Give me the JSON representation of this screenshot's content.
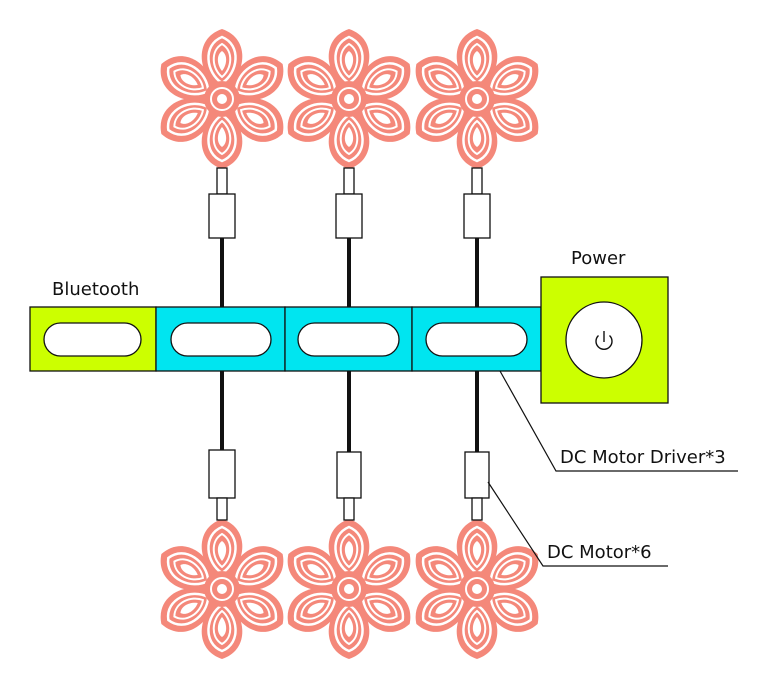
{
  "labels": {
    "bluetooth": "Bluetooth",
    "power": "Power",
    "driver": "DC Motor Driver*3",
    "motor": "DC Motor*6"
  },
  "colors": {
    "lime": "#ccff00",
    "cyan": "#00e5f0",
    "flower": "#f4887a",
    "stroke": "#111111"
  },
  "icons": {
    "power_button": "power-icon",
    "fan": "flower-fan-icon"
  },
  "counts": {
    "drivers": 3,
    "motors": 6
  }
}
